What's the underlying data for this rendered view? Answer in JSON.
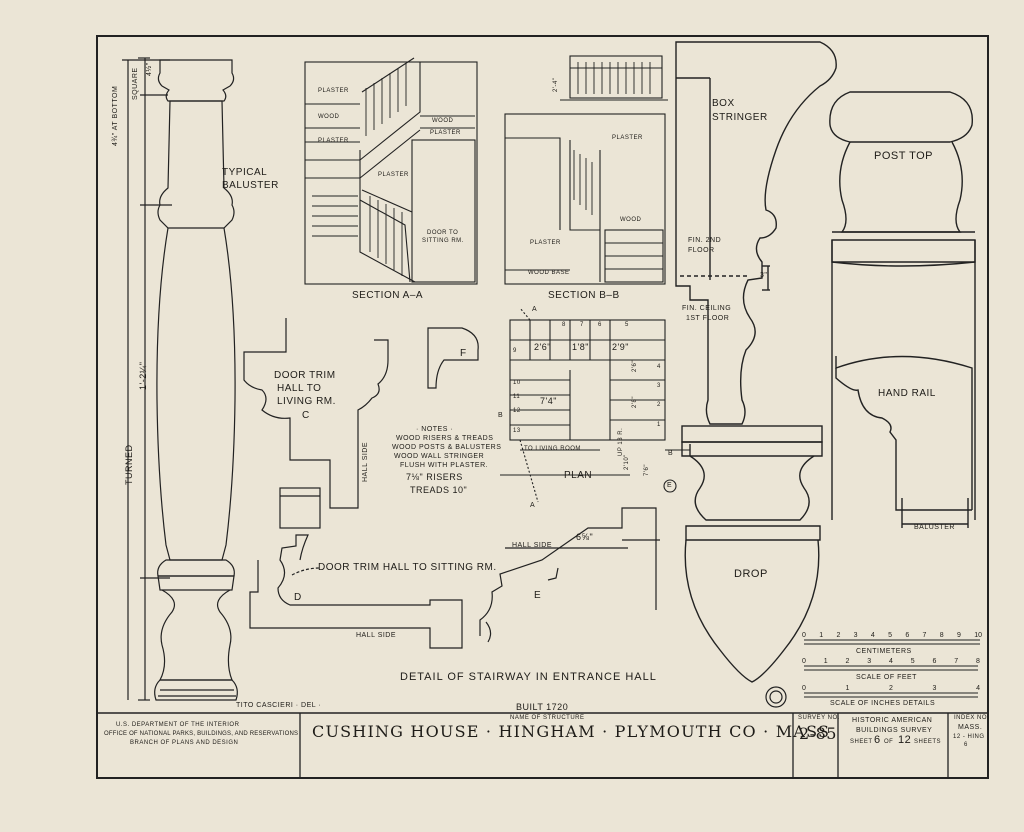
{
  "drawing": {
    "main_title": "DETAIL OF STAIRWAY IN ENTRANCE HALL",
    "delineator": "TITO CASCIERI · DEL ·",
    "built": "BUILT 1720"
  },
  "baluster": {
    "title_line1": "TYPICAL",
    "title_line2": "BALUSTER",
    "dim_square": "SQUARE",
    "dim_bottom": "4¾\" AT BOTTOM",
    "dim_top": "4½\"",
    "dim_turned": "TURNED",
    "dim_length": "1'-2¼\""
  },
  "section_aa": {
    "title": "SECTION A–A",
    "notes": [
      "PLASTER",
      "WOOD",
      "PLASTER",
      "WOOD",
      "PLASTER",
      "PLASTER",
      "DOOR TO",
      "SITTING RM."
    ]
  },
  "section_bb": {
    "title": "SECTION B–B",
    "notes": [
      "PLASTER",
      "WOOD",
      "PLASTER",
      "WOOD BASE",
      "2'-4\""
    ]
  },
  "box_stringer": {
    "label_line1": "BOX",
    "label_line2": "STRINGER",
    "fin_2nd_1": "FIN. 2ND",
    "fin_2nd_2": "FLOOR",
    "fin_ceiling_1": "FIN. CEILING",
    "fin_ceiling_2": "1ST FLOOR",
    "dim": "3\""
  },
  "post_top": {
    "label": "POST TOP"
  },
  "hand_rail": {
    "label": "HAND RAIL",
    "baluster": "BALUSTER"
  },
  "drop": {
    "label": "DROP"
  },
  "door_trim_c": {
    "line1": "DOOR TRIM",
    "line2": "HALL TO",
    "line3": "LIVING RM.",
    "letter": "C",
    "side": "HALL SIDE"
  },
  "profile_f": {
    "letter": "F"
  },
  "notes": {
    "heading": "· NOTES ·",
    "lines": [
      "WOOD RISERS & TREADS",
      "WOOD POSTS & BALUSTERS",
      "WOOD WALL STRINGER",
      "FLUSH WITH PLASTER.",
      "7⅛\" RISERS",
      "TREADS 10\""
    ]
  },
  "plan": {
    "title": "PLAN",
    "to_living": "TO LIVING ROOM",
    "up": "UP 13 R.",
    "dims": [
      "2'6\"",
      "1'8\"",
      "2'9\"",
      "7'4\"",
      "2'6\"",
      "2'8\"",
      "2'10\"",
      "7'6\""
    ],
    "letters": [
      "A",
      "A",
      "B",
      "B",
      "E"
    ],
    "steps": [
      "8",
      "7",
      "6",
      "5",
      "9",
      "4",
      "10",
      "3",
      "11",
      "2",
      "12",
      "1",
      "13"
    ]
  },
  "door_trim_d": {
    "label": "DOOR TRIM HALL TO SITTING RM.",
    "letter": "D",
    "side": "HALL SIDE"
  },
  "trim_e": {
    "letter": "E",
    "side": "HALL SIDE",
    "dim": "6⅝\""
  },
  "scales": {
    "cm_label": "CENTIMETERS",
    "cm_ticks": [
      "0",
      "1",
      "2",
      "3",
      "4",
      "5",
      "6",
      "7",
      "8",
      "9",
      "10"
    ],
    "feet_label": "SCALE OF FEET",
    "feet_ticks": [
      "0",
      "1",
      "2",
      "3",
      "4",
      "5",
      "6",
      "7",
      "8"
    ],
    "inch_label": "SCALE OF INCHES DETAILS",
    "inch_ticks": [
      "0",
      "1",
      "2",
      "3",
      "4"
    ]
  },
  "title_block": {
    "agency1": "U.S. DEPARTMENT OF THE INTERIOR",
    "agency2": "OFFICE OF NATIONAL PARKS, BUILDINGS, AND RESERVATIONS",
    "agency3": "BRANCH OF PLANS AND DESIGN",
    "name_caption": "NAME OF STRUCTURE",
    "structure": "CUSHING HOUSE · HINGHAM · PLYMOUTH CO · MASS",
    "survey_caption": "SURVEY NO.",
    "survey_no": "2-85",
    "habs1": "HISTORIC AMERICAN",
    "habs2": "BUILDINGS SURVEY",
    "sheet_word": "SHEET",
    "sheet_no": "6",
    "sheet_of": "OF",
    "sheet_total": "12",
    "sheets_word": "SHEETS",
    "index_caption": "INDEX NO.",
    "index1": "MASS.",
    "index2": "12 - Hing",
    "index3": "6"
  }
}
